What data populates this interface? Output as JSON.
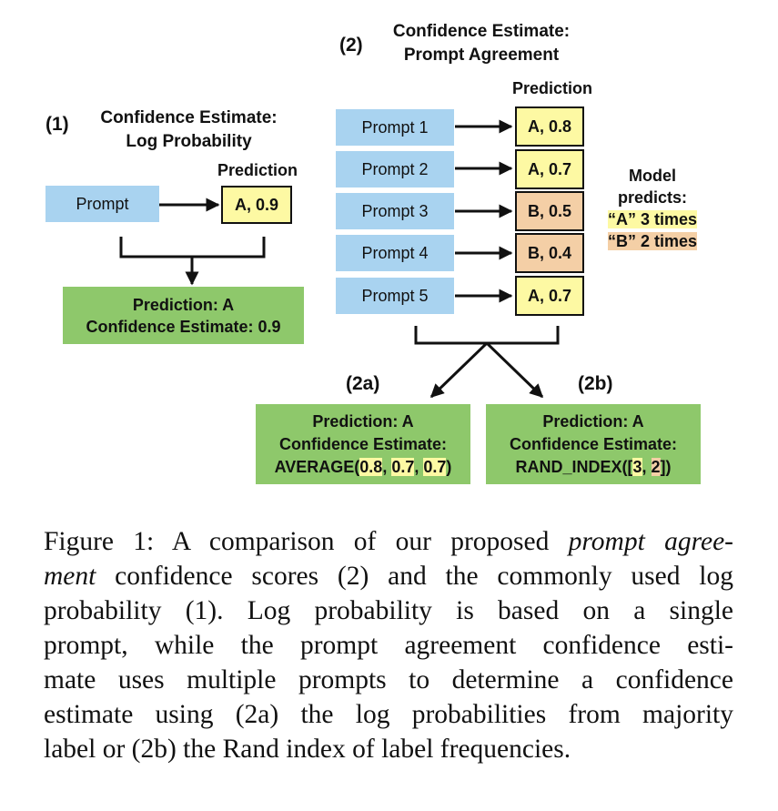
{
  "left": {
    "num": "(1)",
    "title_line1": "Confidence Estimate:",
    "title_line2": "Log Probability",
    "prediction_header": "Prediction",
    "prompt": "Prompt",
    "pred": "A, 0.9",
    "result_line1": "Prediction: A",
    "result_line2": "Confidence Estimate: 0.9"
  },
  "right": {
    "num": "(2)",
    "title_line1": "Confidence Estimate:",
    "title_line2": "Prompt Agreement",
    "prediction_header": "Prediction",
    "prompts": [
      {
        "label": "Prompt 1",
        "pred": "A, 0.8",
        "color": "#fdf9a3"
      },
      {
        "label": "Prompt 2",
        "pred": "A, 0.7",
        "color": "#fdf9a3"
      },
      {
        "label": "Prompt 3",
        "pred": "B, 0.5",
        "color": "#f4cfa6"
      },
      {
        "label": "Prompt 4",
        "pred": "B, 0.4",
        "color": "#f4cfa6"
      },
      {
        "label": "Prompt 5",
        "pred": "A, 0.7",
        "color": "#fdf9a3"
      }
    ],
    "model_line1": "Model",
    "model_line2": "predicts:",
    "model_line3": "“A” 3 times",
    "model_line4": "“B” 2 times"
  },
  "a2": {
    "num": "(2a)",
    "line1": "Prediction: A",
    "line2": "Confidence Estimate:",
    "line3_prefix": "AVERAGE(",
    "values": [
      "0.8",
      "0.7",
      "0.7"
    ],
    "sep": ", ",
    "line3_suffix": ")"
  },
  "b2": {
    "num": "(2b)",
    "line1": "Prediction: A",
    "line2": "Confidence Estimate:",
    "line3_prefix": "RAND_INDEX([",
    "v1": "3",
    "sep": ", ",
    "v2": "2",
    "line3_suffix": "])"
  },
  "caption": {
    "lines": [
      {
        "parts": [
          {
            "t": "Figure 1: A comparison of our proposed ",
            "i": false
          },
          {
            "t": "prompt agree-",
            "i": true
          }
        ]
      },
      {
        "parts": [
          {
            "t": "ment",
            "i": true
          },
          {
            "t": " confidence scores (2) and the commonly used log",
            "i": false
          }
        ]
      },
      {
        "parts": [
          {
            "t": "probability (1).  Log probability is based on a single",
            "i": false
          }
        ]
      },
      {
        "parts": [
          {
            "t": "prompt, while the prompt agreement confidence esti-",
            "i": false
          }
        ]
      },
      {
        "parts": [
          {
            "t": "mate uses multiple prompts to determine a confidence",
            "i": false
          }
        ]
      },
      {
        "parts": [
          {
            "t": "estimate using (2a) the log probabilities from majority",
            "i": false
          }
        ]
      },
      {
        "parts": [
          {
            "t": "label or (2b) the Rand index of label frequencies.",
            "i": false
          }
        ]
      }
    ]
  },
  "colors": {
    "blue": "#a9d3f0",
    "yellow": "#fdf9a3",
    "peach": "#f4cfa6",
    "green": "#8ec86b"
  }
}
